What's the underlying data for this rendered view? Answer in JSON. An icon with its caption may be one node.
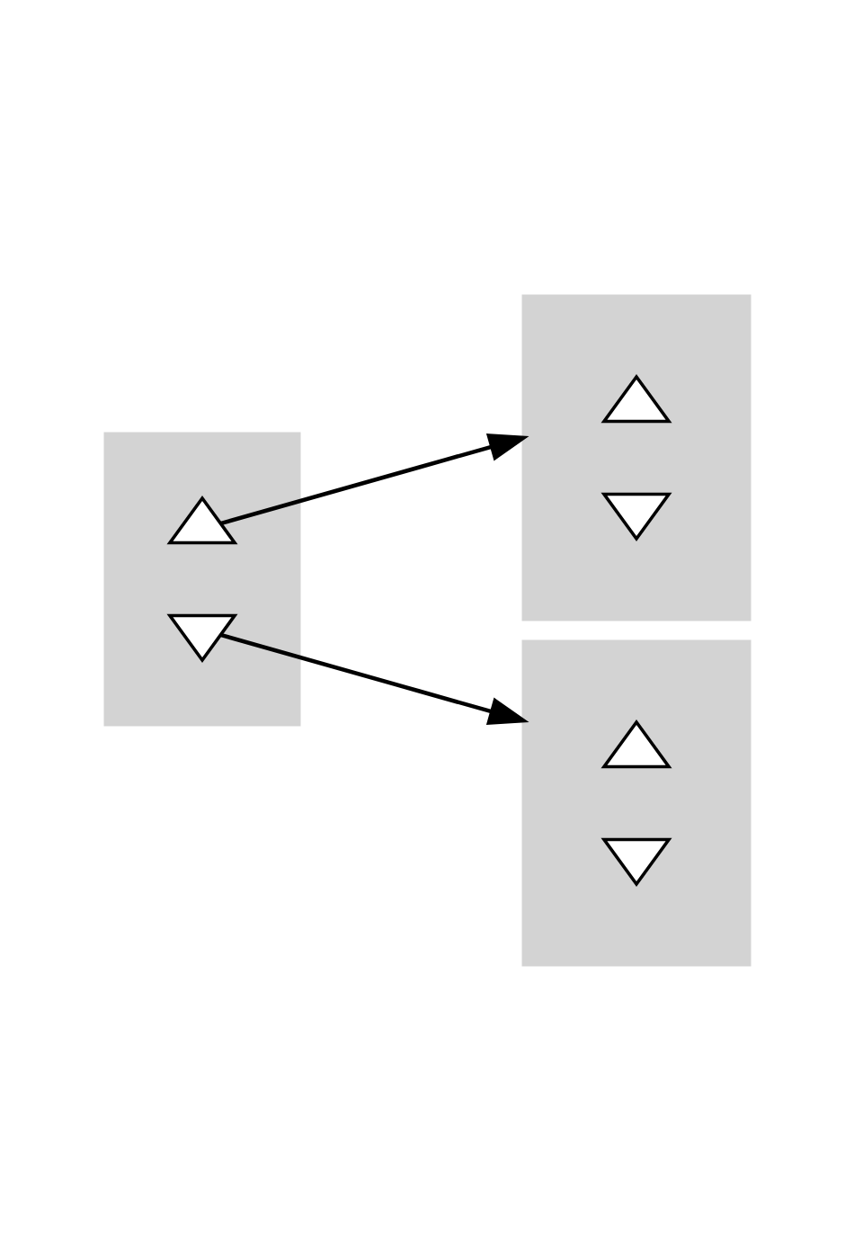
{
  "diagram": {
    "nodes": [
      {
        "text": [],
        "shape": "box"
      },
      {
        "text": [],
        "shape": "triangle",
        "in": 0
      },
      {
        "text": [],
        "shape": "inverted-triangle",
        "in": 0
      },
      {
        "text": [],
        "shape": "box"
      },
      {
        "text": [],
        "shape": "triangle",
        "in": 3
      },
      {
        "text": [],
        "shape": "inverted-triangle",
        "in": 3
      },
      {
        "text": [],
        "shape": "box"
      },
      {
        "text": [],
        "shape": "triangle",
        "in": 6
      },
      {
        "text": [],
        "shape": "inverted-triangle",
        "in": 6
      }
    ],
    "edges": [
      {
        "from": 1,
        "to": 3,
        "arrow": "to"
      },
      {
        "from": 2,
        "to": 6,
        "arrow": "to"
      }
    ]
  }
}
